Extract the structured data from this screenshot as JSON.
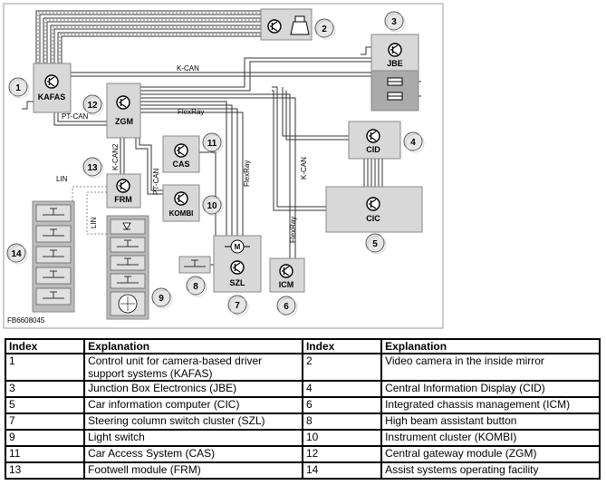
{
  "modules": {
    "kafas": "KAFAS",
    "zgm": "ZGM",
    "jbe": "JBE",
    "cid": "CID",
    "cic": "CIC",
    "cas": "CAS",
    "kombi": "KOMBI",
    "frm": "FRM",
    "szl": "SZL",
    "icm": "ICM"
  },
  "buses": {
    "kcan_top": "K-CAN",
    "kcan_right": "K-CAN",
    "ptcan_left": "PT-CAN",
    "ptcan_mid": "PT-CAN",
    "kcan2": "K-CAN2",
    "flexray_h": "FlexRay",
    "flexray_v1": "FlexRay",
    "flexray_v2": "FlexRay",
    "lin_h": "LIN",
    "lin_v": "LIN"
  },
  "callouts": [
    "1",
    "2",
    "3",
    "4",
    "5",
    "6",
    "7",
    "8",
    "9",
    "10",
    "11",
    "12",
    "13",
    "14"
  ],
  "figure_code": "FB6608045",
  "legend": {
    "headers": [
      "Index",
      "Explanation",
      "Index",
      "Explanation"
    ],
    "rows": [
      [
        "1",
        "Control unit for camera-based driver support systems (KAFAS)",
        "2",
        "Video camera in the inside mirror"
      ],
      [
        "3",
        "Junction Box Electronics (JBE)",
        "4",
        "Central Information Display (CID)"
      ],
      [
        "5",
        "Car information computer (CIC)",
        "6",
        "Integrated chassis management (ICM)"
      ],
      [
        "7",
        "Steering column switch cluster (SZL)",
        "8",
        "High beam assistant button"
      ],
      [
        "9",
        "Light switch",
        "10",
        "Instrument cluster (KOMBI)"
      ],
      [
        "11",
        "Car Access System (CAS)",
        "12",
        "Central gateway module (ZGM)"
      ],
      [
        "13",
        "Footwell module (FRM)",
        "14",
        "Assist systems operating facility"
      ]
    ]
  }
}
